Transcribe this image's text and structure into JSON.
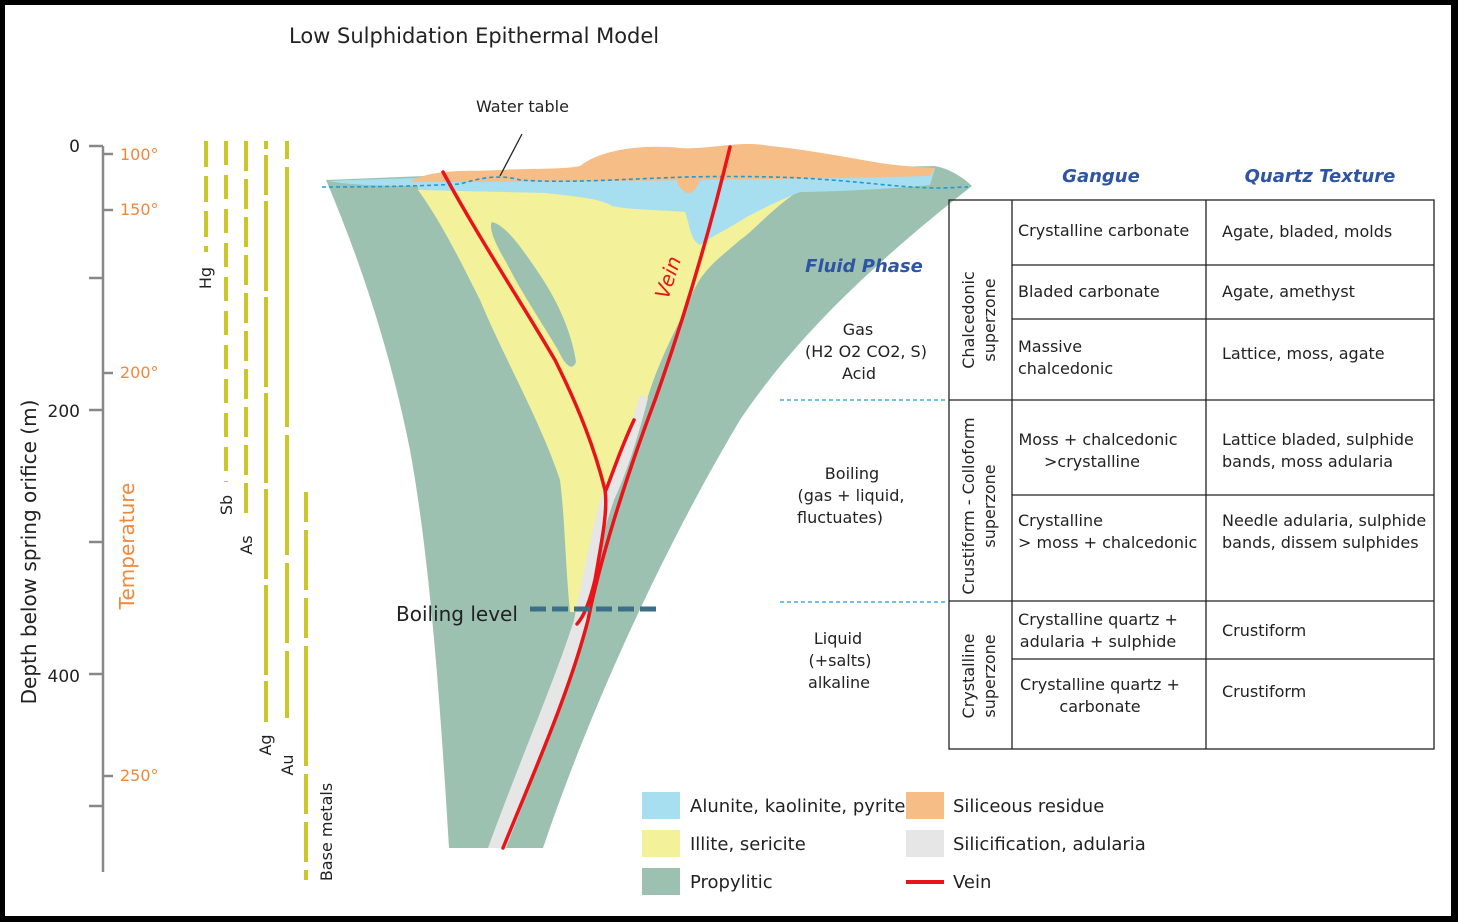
{
  "title": "Low Sulphidation Epithermal Model",
  "water_table_label": "Water table",
  "boiling_level_label": "Boiling level",
  "vein_label": "Vein",
  "depth_axis": {
    "label": "Depth below spring orifice (m)",
    "ticks": [
      "0",
      "200",
      "400"
    ]
  },
  "temperature": {
    "label": "Temperature",
    "ticks": [
      "100°",
      "150°",
      "200°",
      "250°"
    ]
  },
  "elements": [
    "Hg",
    "Sb",
    "As",
    "Ag",
    "Au",
    "Base metals"
  ],
  "fluid_phase": {
    "heading": "Fluid Phase",
    "gas": [
      "Gas",
      "(H2 O2 CO2, S)",
      "Acid"
    ],
    "boiling": [
      "Boiling",
      "(gas + liquid,",
      "fluctuates)"
    ],
    "liquid": [
      "Liquid",
      "(+salts)",
      "alkaline"
    ]
  },
  "table": {
    "gangue_heading": "Gangue",
    "quartz_heading": "Quartz Texture",
    "superzones": [
      {
        "label": [
          "Chalcedonic",
          "superzone"
        ]
      },
      {
        "label": [
          "Crustiform - Colloform",
          "superzone"
        ]
      },
      {
        "label": [
          "Crystalline",
          "superzone"
        ]
      }
    ],
    "rows": [
      {
        "gangue": [
          "Crystalline carbonate"
        ],
        "quartz": [
          "Agate, bladed, molds"
        ]
      },
      {
        "gangue": [
          "Bladed carbonate"
        ],
        "quartz": [
          "Agate, amethyst"
        ]
      },
      {
        "gangue": [
          "Massive",
          "chalcedonic"
        ],
        "quartz": [
          "Lattice, moss, agate"
        ]
      },
      {
        "gangue": [
          "Moss + chalcedonic",
          ">crystalline"
        ],
        "quartz": [
          "Lattice bladed, sulphide",
          "bands, moss adularia"
        ]
      },
      {
        "gangue": [
          "Crystalline",
          "> moss + chalcedonic"
        ],
        "quartz": [
          "Needle adularia, sulphide",
          "bands, dissem sulphides"
        ]
      },
      {
        "gangue": [
          "Crystalline quartz +",
          "adularia + sulphide"
        ],
        "quartz": [
          "Crustiform"
        ]
      },
      {
        "gangue": [
          "Crystalline quartz +",
          "carbonate"
        ],
        "quartz": [
          "Crustiform"
        ]
      }
    ]
  },
  "legend": [
    {
      "label": "Alunite, kaolinite, pyrite",
      "color": "#a8dff0"
    },
    {
      "label": "Siliceous residue",
      "color": "#f6bd86"
    },
    {
      "label": "Illite, sericite",
      "color": "#f3f29b"
    },
    {
      "label": "Silicification, adularia",
      "color": "#e6e6e6"
    },
    {
      "label": "Propylitic",
      "color": "#9cc1b1"
    },
    {
      "label": "Vein",
      "color": "#e8141a"
    }
  ],
  "colors": {
    "propylitic": "#9cc1b1",
    "illite": "#f3f29b",
    "alunite": "#a8dff0",
    "siliceous": "#f6bd86",
    "silicification": "#e6e6e6",
    "vein": "#e8141a",
    "element_bars": "#c9c72a",
    "temperature": "#f0883c",
    "heading_blue": "#2e54a3",
    "water_table": "#1d9bd6"
  }
}
